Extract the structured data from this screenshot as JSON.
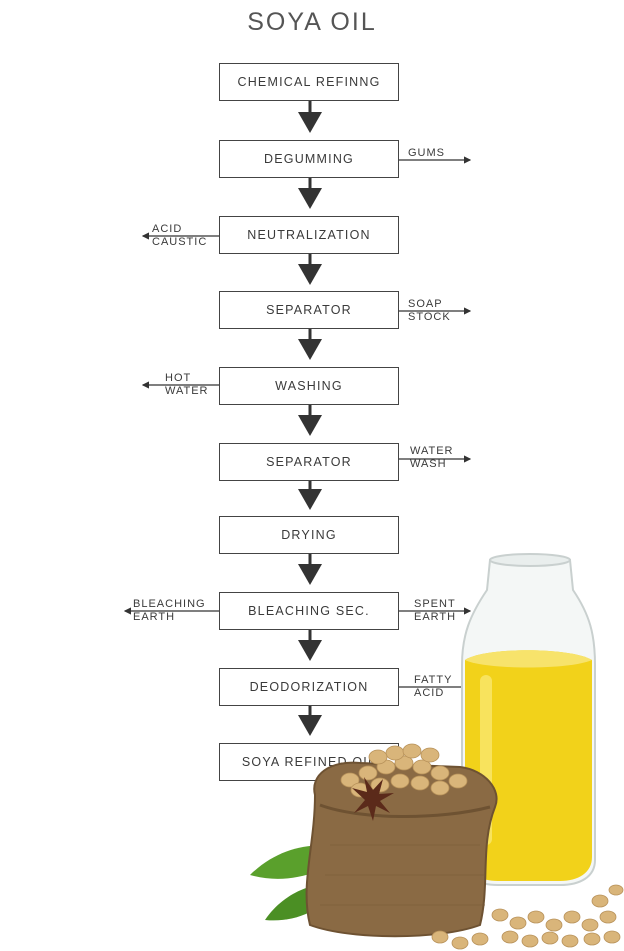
{
  "title": "SOYA OIL",
  "steps": [
    "CHEMICAL REFINNG",
    "DEGUMMING",
    "NEUTRALIZATION",
    "SEPARATOR",
    "WASHING",
    "SEPARATOR",
    "DRYING",
    "BLEACHING SEC.",
    "DEODORIZATION",
    "SOYA REFINED OIL"
  ],
  "side_labels": {
    "gums": "GUMS",
    "acid_caustic": [
      "ACID",
      "CAUSTIC"
    ],
    "soap_stock": [
      "SOAP",
      "STOCK"
    ],
    "hot_water": [
      "HOT",
      "WATER"
    ],
    "water_wash": [
      "WATER",
      "WASH"
    ],
    "bleaching_earth": [
      "BLEACHING",
      "EARTH"
    ],
    "spent_earth": [
      "SPENT",
      "EARTH"
    ],
    "fatty_acid": [
      "FATTY",
      "ACID"
    ]
  },
  "colors": {
    "line": "#333333",
    "oil": "#f2d21a",
    "sack": "#8a6a44",
    "bean": "#d9b57a",
    "leaf": "#5aa02c"
  }
}
